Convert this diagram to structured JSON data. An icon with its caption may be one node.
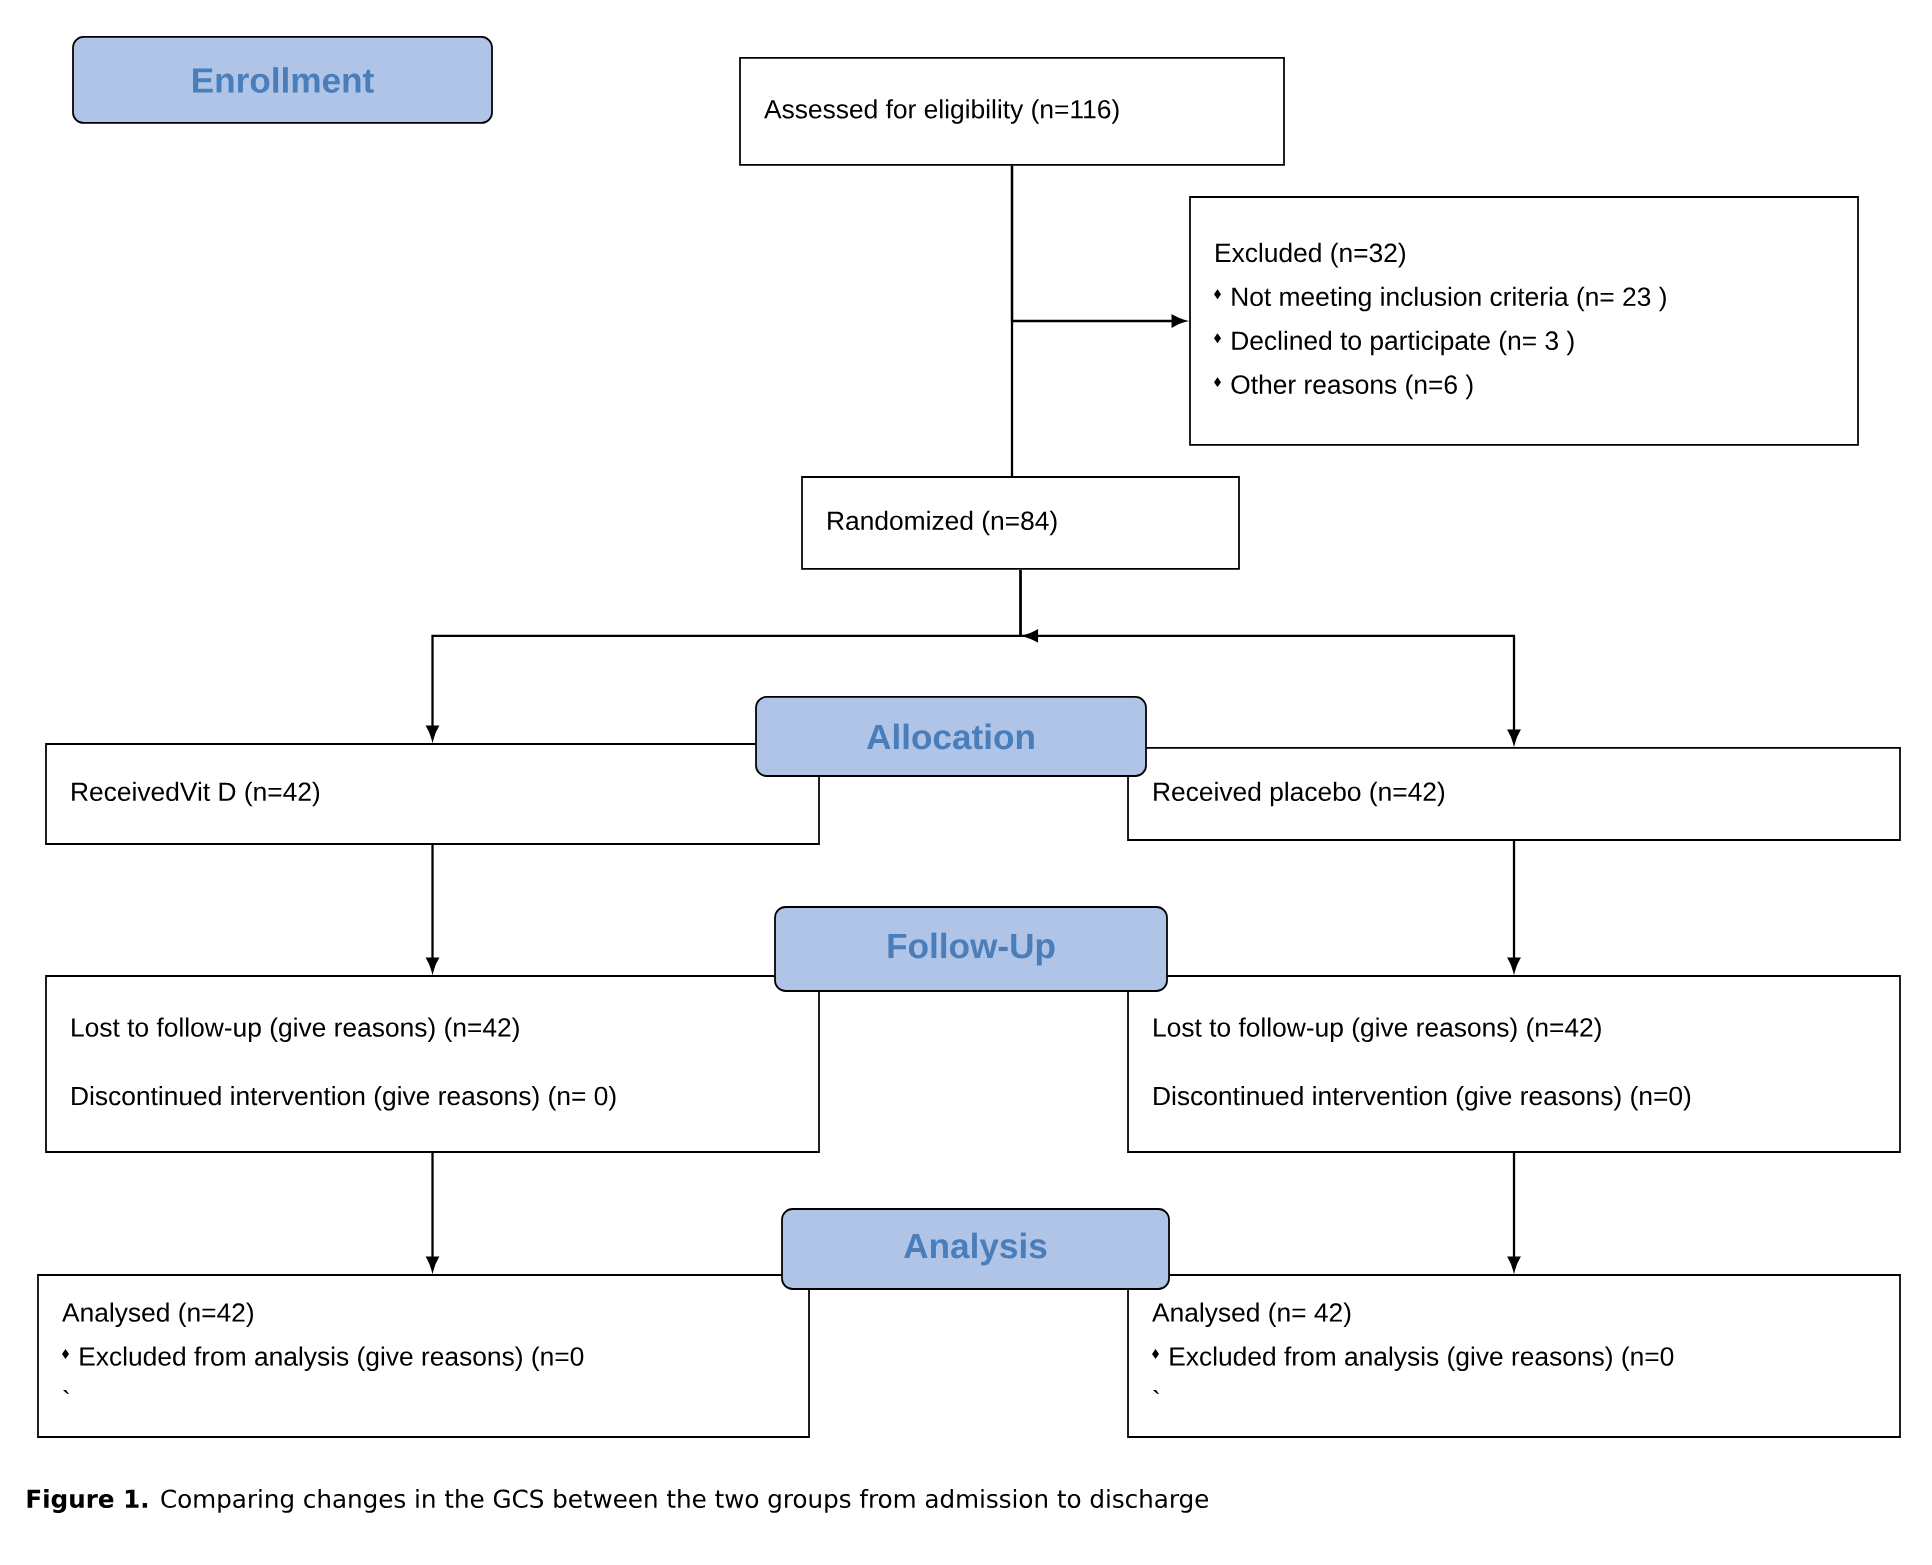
{
  "diagram": {
    "caption": "**Figure 1.** Comparing changes in the GCS between the two groups from admission to discharge",
    "nodes": [
      {
        "text": [
          "Enrollment"
        ]
      },
      {
        "text": [
          "Assessed for eligibility (n=116)"
        ]
      },
      {
        "text": [
          "Excluded (n=32)",
          "Not meeting inclusion criteria (n= 23 )",
          "Declined to participate (n= 3 )",
          "Other reasons (n=6  )"
        ]
      },
      {
        "text": [
          "Randomized (n=84)"
        ]
      },
      {
        "text": [
          "Allocation"
        ]
      },
      {
        "text": [
          "ReceivedVit D (n=42)"
        ]
      },
      {
        "text": [
          "Received placebo (n=42)"
        ]
      },
      {
        "text": [
          "Follow-Up"
        ]
      },
      {
        "text": [
          "Lost to follow-up (give reasons) (n=42)",
          "Discontinued intervention (give reasons) (n= 0)"
        ]
      },
      {
        "text": [
          "Lost to follow-up (give reasons) (n=42)",
          "Discontinued intervention (give reasons) (n=0)"
        ]
      },
      {
        "text": [
          "Analysis"
        ]
      },
      {
        "text": [
          "Analysed (n=42)",
          "Excluded from analysis (give reasons) (n=0",
          "`"
        ]
      },
      {
        "text": [
          "Analysed (n= 42)",
          "Excluded from analysis (give reasons) (n=0",
          "`"
        ]
      }
    ],
    "edges": [
      {
        "from": 1,
        "to": 3,
        "arrow": "none"
      },
      {
        "from": 1,
        "to": 2,
        "arrow": "to"
      },
      {
        "from": 3,
        "to": 5,
        "arrow": "to"
      },
      {
        "from": 3,
        "to": 6,
        "arrow": "to"
      },
      {
        "from": 5,
        "to": 8,
        "arrow": "to"
      },
      {
        "from": 6,
        "to": 9,
        "arrow": "to"
      },
      {
        "from": 8,
        "to": 11,
        "arrow": "to"
      },
      {
        "from": 9,
        "to": 12,
        "arrow": "to"
      }
    ]
  }
}
